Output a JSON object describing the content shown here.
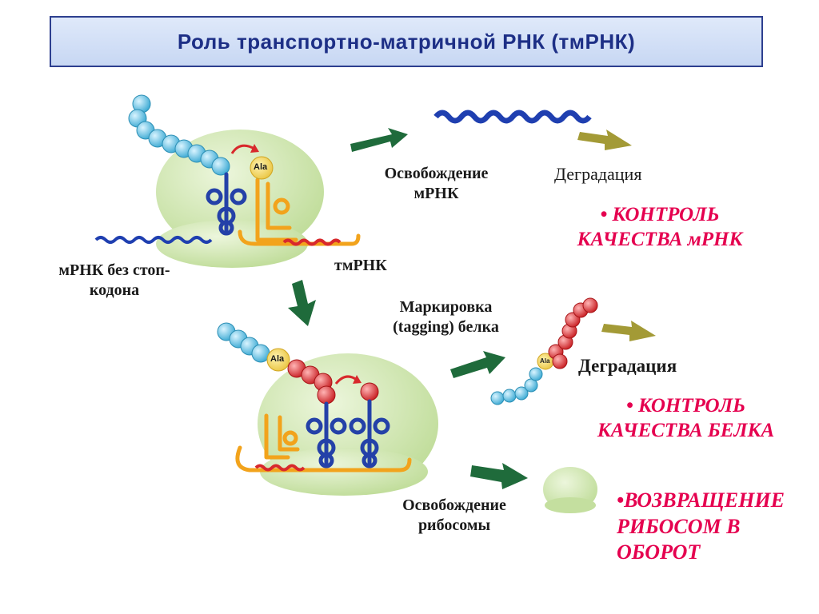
{
  "title": "Роль транспортно-матричной РНК (тмРНК)",
  "labels": {
    "release_mrna": "Освобождение мРНК",
    "degradation_top": "Деградация",
    "quality_mrna": "• КОНТРОЛЬ КАЧЕСТВА мРНК",
    "mrna_no_stop": "мРНК без стоп-кодона",
    "tmrna": "тмРНК",
    "tagging": "Маркировка (tagging) белка",
    "degradation_mid": "Деградация",
    "quality_protein": "• КОНТРОЛЬ КАЧЕСТВА БЕЛКА",
    "release_ribosome": "Освобождение рибосомы",
    "ribosome_recycle": "•ВОЗВРАЩЕНИЕ РИБОСОМ В ОБОРОТ",
    "ala_top": "Ala",
    "ala_bottom": "Ala",
    "ala_tag": "Ala"
  },
  "colors": {
    "ribosome": "#cfe7ad",
    "mrna": "#1f3fb0",
    "tmrna": "#f2a31c",
    "trna": "#2441a8",
    "peptide": "#59c6e8",
    "tag_peptide": "#d8292c",
    "arrow": "#1f6b3b",
    "arrow_light": "#a39a36",
    "title_text": "#1d2f86",
    "highlight": "#e5004f"
  }
}
